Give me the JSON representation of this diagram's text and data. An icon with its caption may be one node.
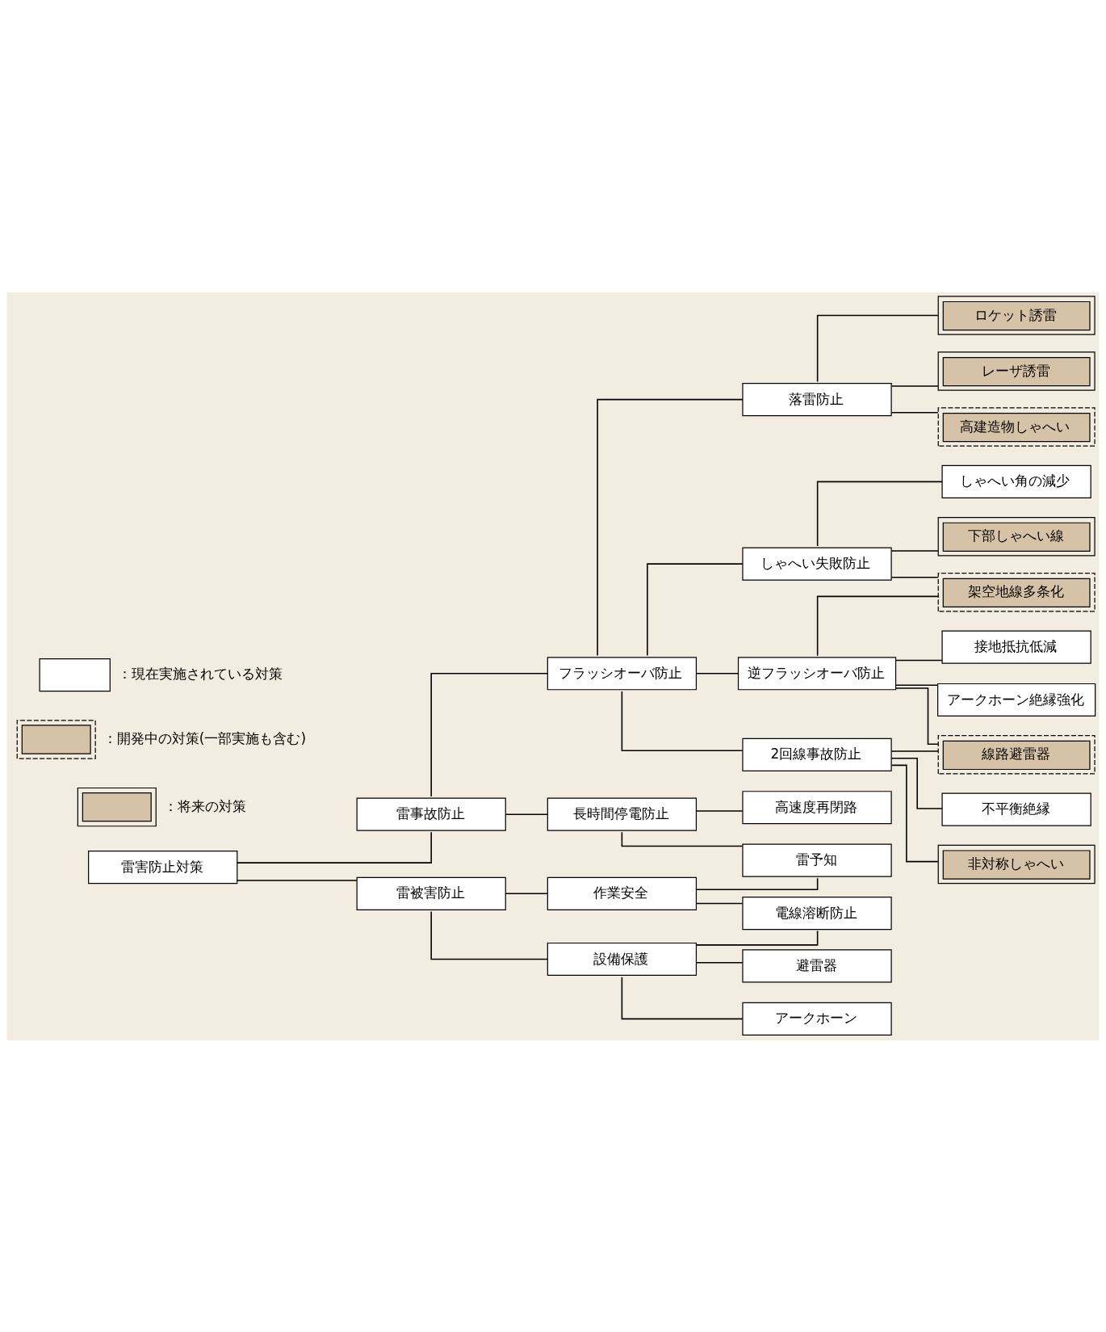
{
  "diagram": {
    "nodes": [
      {
        "text": [
          "雷害防止対策"
        ]
      },
      {
        "text": [
          "雷事故防止"
        ]
      },
      {
        "text": [
          "雷被害防止"
        ]
      },
      {
        "text": [
          "フラッシオーバ防止"
        ]
      },
      {
        "text": [
          "長時間停電防止"
        ]
      },
      {
        "text": [
          "作業安全"
        ]
      },
      {
        "text": [
          "設備保護"
        ]
      },
      {
        "text": [
          "落雷防止"
        ]
      },
      {
        "text": [
          "しゃへい失敗防止"
        ]
      },
      {
        "text": [
          "逆フラッシオーバ防止"
        ]
      },
      {
        "text": [
          "2回線事故防止"
        ]
      },
      {
        "text": [
          "ロケット誘雷"
        ]
      },
      {
        "text": [
          "レーザ誘雷"
        ]
      },
      {
        "text": [
          "高建造物しゃへい"
        ]
      },
      {
        "text": [
          "しゃへい角の減少"
        ]
      },
      {
        "text": [
          "下部しゃへい線"
        ]
      },
      {
        "text": [
          "架空地線多条化"
        ]
      },
      {
        "text": [
          "接地抵抗低減"
        ]
      },
      {
        "text": [
          "アークホーン絶縁強化"
        ]
      },
      {
        "text": [
          "線路避雷器"
        ]
      },
      {
        "text": [
          "不平衡絶縁"
        ]
      },
      {
        "text": [
          "非対称しゃへい"
        ]
      },
      {
        "text": [
          "高速度再閉路"
        ]
      },
      {
        "text": [
          "雷予知"
        ]
      },
      {
        "text": [
          "電線溶断防止"
        ]
      },
      {
        "text": [
          "避雷器"
        ]
      },
      {
        "text": [
          "アークホーン"
        ]
      }
    ],
    "edges": [
      {
        "from": 0,
        "to": 1,
        "arrow": "none"
      },
      {
        "from": 0,
        "to": 2,
        "arrow": "none"
      },
      {
        "from": 1,
        "to": 3,
        "arrow": "none"
      },
      {
        "from": 1,
        "to": 4,
        "arrow": "none"
      },
      {
        "from": 2,
        "to": 5,
        "arrow": "none"
      },
      {
        "from": 2,
        "to": 6,
        "arrow": "none"
      },
      {
        "from": 3,
        "to": 7,
        "arrow": "none"
      },
      {
        "from": 3,
        "to": 8,
        "arrow": "none"
      },
      {
        "from": 3,
        "to": 9,
        "arrow": "none"
      },
      {
        "from": 3,
        "to": 10,
        "arrow": "none"
      },
      {
        "from": 7,
        "to": 11,
        "arrow": "none"
      },
      {
        "from": 7,
        "to": 12,
        "arrow": "none"
      },
      {
        "from": 7,
        "to": 13,
        "arrow": "none"
      },
      {
        "from": 8,
        "to": 14,
        "arrow": "none"
      },
      {
        "from": 8,
        "to": 15,
        "arrow": "none"
      },
      {
        "from": 8,
        "to": 16,
        "arrow": "none"
      },
      {
        "from": 9,
        "to": 16,
        "arrow": "none"
      },
      {
        "from": 9,
        "to": 17,
        "arrow": "none"
      },
      {
        "from": 9,
        "to": 18,
        "arrow": "none"
      },
      {
        "from": 9,
        "to": 19,
        "arrow": "none"
      },
      {
        "from": 10,
        "to": 19,
        "arrow": "none"
      },
      {
        "from": 10,
        "to": 20,
        "arrow": "none"
      },
      {
        "from": 10,
        "to": 21,
        "arrow": "none"
      },
      {
        "from": 4,
        "to": 22,
        "arrow": "none"
      },
      {
        "from": 4,
        "to": 23,
        "arrow": "none"
      },
      {
        "from": 5,
        "to": 23,
        "arrow": "none"
      },
      {
        "from": 5,
        "to": 24,
        "arrow": "none"
      },
      {
        "from": 6,
        "to": 24,
        "arrow": "none"
      },
      {
        "from": 6,
        "to": 25,
        "arrow": "none"
      },
      {
        "from": 6,
        "to": 26,
        "arrow": "none"
      }
    ],
    "legend": [
      {
        "text": "：現在実施されている対策"
      },
      {
        "text": "：開発中の対策(一部実施も含む)"
      },
      {
        "text": "：将来の対策"
      }
    ]
  }
}
